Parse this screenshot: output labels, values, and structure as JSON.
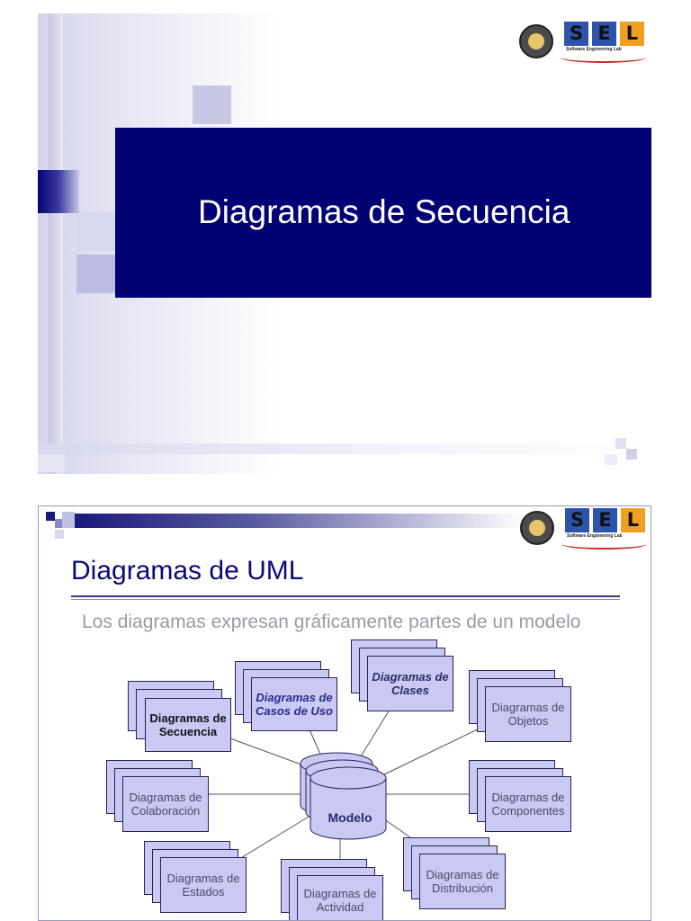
{
  "slide1": {
    "title": "Diagramas de Secuencia"
  },
  "logo": {
    "letters": [
      "S",
      "E",
      "L"
    ],
    "subtitle": "Software Engineering Lab",
    "colors": {
      "s": "#2a4fa8",
      "e": "#2a4fa8",
      "l": "#f0a020"
    }
  },
  "slide2": {
    "title": "Diagramas de UML",
    "subtitle": "Los diagramas expresan gráficamente partes de un modelo",
    "center": "Modelo",
    "diagrams": [
      {
        "label": "Diagramas de Secuencia",
        "style": "bold"
      },
      {
        "label": "Diagramas de Casos de Uso",
        "style": "italic"
      },
      {
        "label": "Diagramas de Clases",
        "style": "italic"
      },
      {
        "label": "Diagramas de Objetos",
        "style": "normal"
      },
      {
        "label": "Diagramas de Colaboración",
        "style": "normal"
      },
      {
        "label": "Diagramas de Componentes",
        "style": "normal"
      },
      {
        "label": "Diagramas de Estados",
        "style": "normal"
      },
      {
        "label": "Diagramas de Actividad",
        "style": "normal"
      },
      {
        "label": "Diagramas de Distribución",
        "style": "normal"
      }
    ]
  },
  "colors": {
    "band": "#010174",
    "box_fill": "#c9c9f4",
    "title_text": "#0a0a78"
  }
}
